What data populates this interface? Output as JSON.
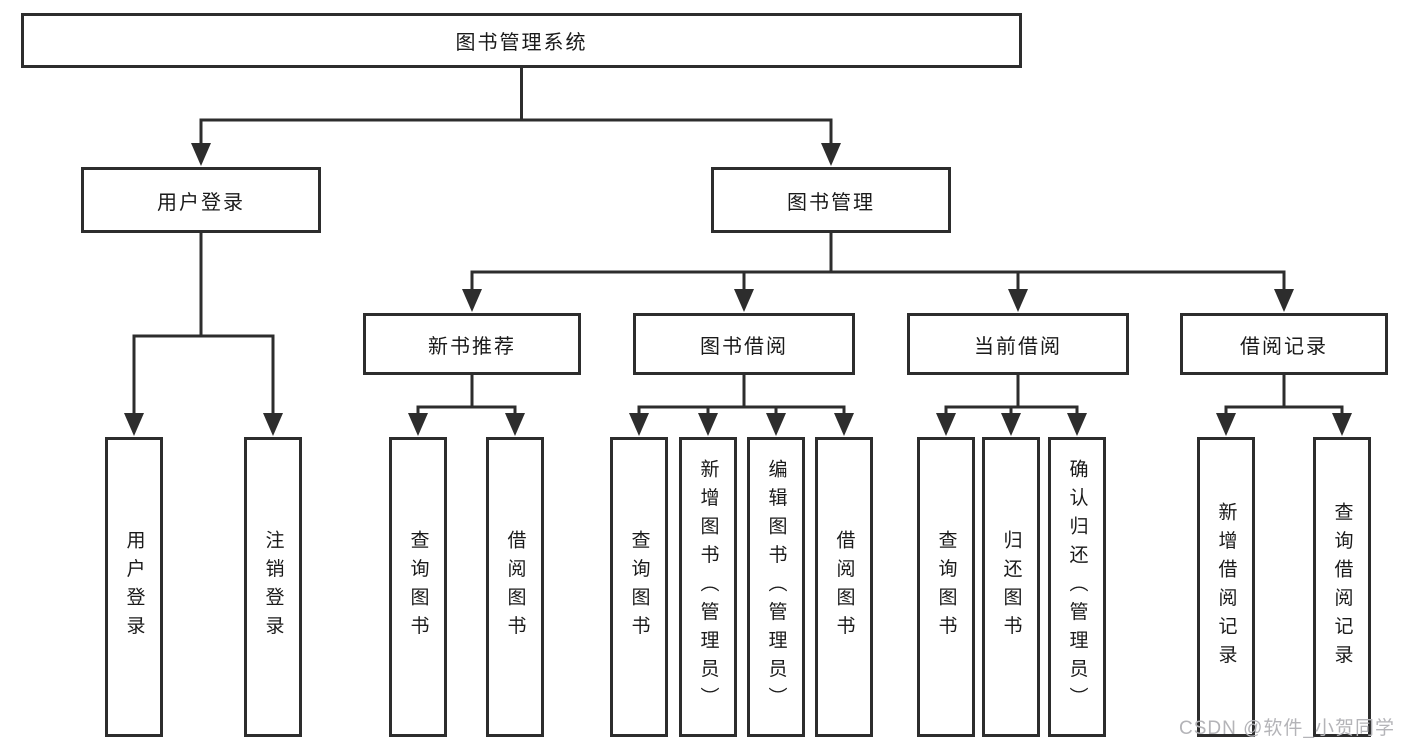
{
  "diagram_type": "hierarchy-tree",
  "tree": {
    "label": "图书管理系统",
    "children": [
      {
        "label": "用户登录",
        "children": [
          {
            "label": "用户登录"
          },
          {
            "label": "注销登录"
          }
        ]
      },
      {
        "label": "图书管理",
        "children": [
          {
            "label": "新书推荐",
            "children": [
              {
                "label": "查询图书"
              },
              {
                "label": "借阅图书"
              }
            ]
          },
          {
            "label": "图书借阅",
            "children": [
              {
                "label": "查询图书"
              },
              {
                "label": "新增图书（管理员）"
              },
              {
                "label": "编辑图书（管理员）"
              },
              {
                "label": "借阅图书"
              }
            ]
          },
          {
            "label": "当前借阅",
            "children": [
              {
                "label": "查询图书"
              },
              {
                "label": "归还图书"
              },
              {
                "label": "确认归还（管理员）"
              }
            ]
          },
          {
            "label": "借阅记录",
            "children": [
              {
                "label": "新增借阅记录"
              },
              {
                "label": "查询借阅记录"
              }
            ]
          }
        ]
      }
    ]
  },
  "watermark": "CSDN @软件_小贺同学",
  "colors": {
    "line": "#2d2d2d",
    "box_border": "#2d2d2d",
    "box_fill": "#ffffff",
    "text": "#1a1a1a",
    "watermark": "#b4b4b8",
    "background": "#ffffff"
  }
}
